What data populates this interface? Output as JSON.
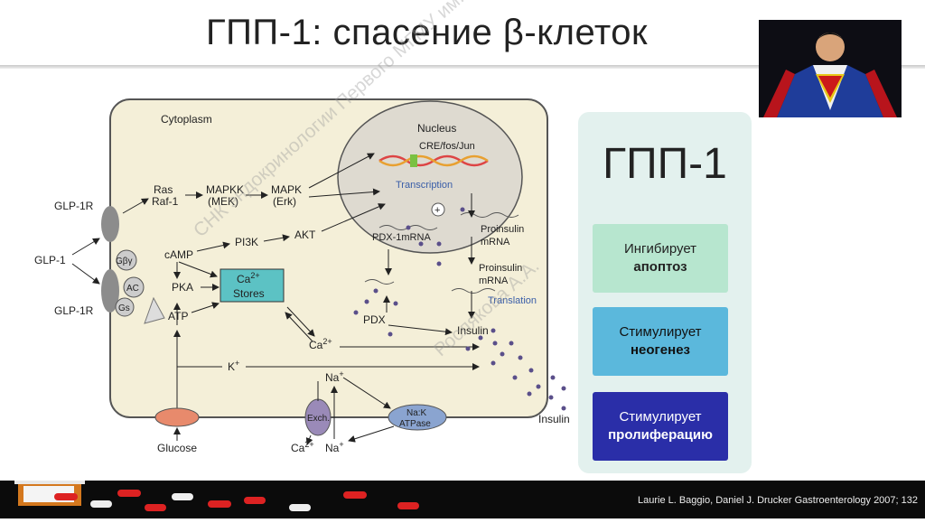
{
  "slide": {
    "title": "ГПП-1: спасение β-клеток",
    "citation": "Laurie L. Baggio, Daniel J. Drucker Gastroenterology 2007; 132",
    "watermark_1": "СНК эндокринологии Первого МГМУ им. И.М. Сеченова",
    "watermark_2": "Рослякова А.А."
  },
  "panel": {
    "heading": "ГПП-1",
    "cards": [
      {
        "line1": "Ингибирует",
        "line2": "апоптоз",
        "color": "#b7e6cf"
      },
      {
        "line1": "Стимулирует",
        "line2": "неогенез",
        "color": "#5bb8dc"
      },
      {
        "line1": "Стимулирует",
        "line2": "пролиферацию",
        "color": "#2a2ea8"
      }
    ]
  },
  "diagram": {
    "cytoplasm": "Cytoplasm",
    "nucleus": "Nucleus",
    "cre": "CRE/fos/Jun",
    "transcription": "Transcription",
    "translation": "Translation",
    "glp1r_top": "GLP-1R",
    "glp1r_bottom": "GLP-1R",
    "glp1": "GLP-1",
    "gby": "Gβγ",
    "ac": "AC",
    "gs": "Gs",
    "ras": "Ras",
    "raf": "Raf-1",
    "mapkk": "MAPKK",
    "mek": "(MEK)",
    "mapk": "MAPK",
    "erk": "(Erk)",
    "camp": "cAMP",
    "pi3k": "PI3K",
    "akt": "AKT",
    "pka": "PKA",
    "atp": "ATP",
    "ca_stores_1": "Ca",
    "ca_stores_sup": "2+",
    "ca_stores_2": "Stores",
    "pdx1mrna": "PDX-1mRNA",
    "pdx": "PDX",
    "proinsulin1": "Proinsulin",
    "mrna1": "mRNA",
    "proinsulin2": "Proinsulin",
    "mrna2": "mRNA",
    "insulin1": "Insulin",
    "insulin2": "Insulin",
    "ca2": "Ca",
    "ca2_sup": "2+",
    "k": "K",
    "k_sup": "+",
    "na": "Na",
    "na_sup": "+",
    "exch": "Exch.",
    "nak": "Na:K",
    "atpase": "ATPase",
    "glucose": "Glucose",
    "ca_out": "Ca",
    "ca_out_sup": "2+",
    "na_out": "Na",
    "na_out_sup": "+",
    "plus": "+"
  },
  "colors": {
    "cell_fill": "#f4efd8",
    "nucleus_fill": "#dedad0",
    "stores_fill": "#5cc2c4",
    "receptor": "#8c8c8c",
    "glucose": "#e88a6c",
    "exch": "#9a8ab8",
    "atpase": "#8aa4d0",
    "annotation": "#3a5ea8"
  }
}
